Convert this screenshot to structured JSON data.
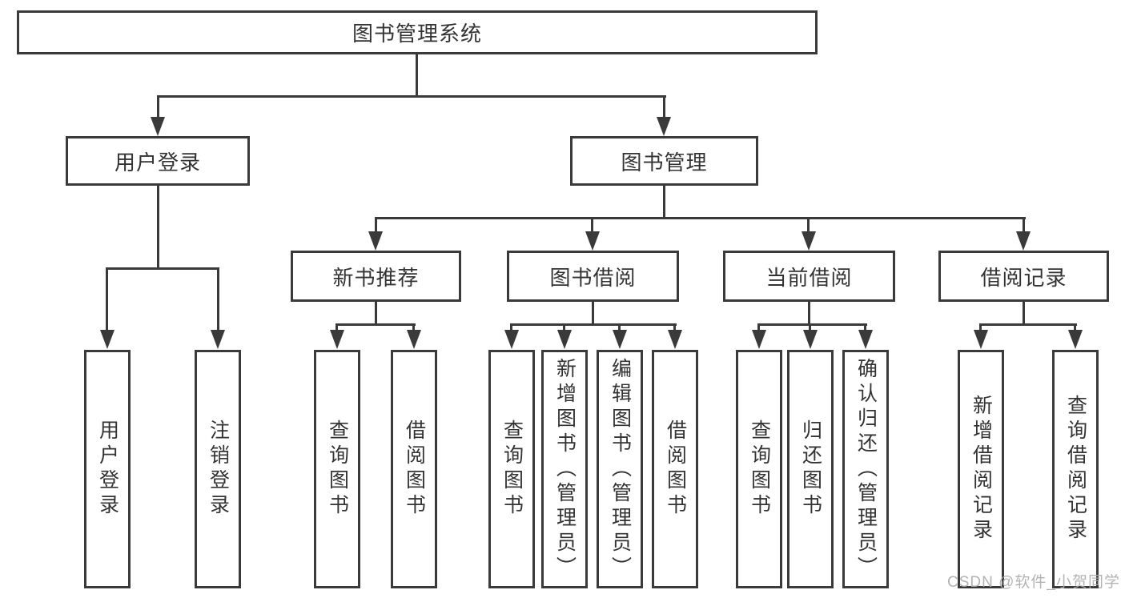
{
  "root": {
    "label": "图书管理系统"
  },
  "level2": [
    {
      "label": "用户登录"
    },
    {
      "label": "图书管理"
    }
  ],
  "level3": [
    {
      "label": "新书推荐"
    },
    {
      "label": "图书借阅"
    },
    {
      "label": "当前借阅"
    },
    {
      "label": "借阅记录"
    }
  ],
  "leaves": [
    {
      "label": "用户登录"
    },
    {
      "label": "注销登录"
    },
    {
      "label": "查询图书"
    },
    {
      "label": "借阅图书"
    },
    {
      "label": "查询图书"
    },
    {
      "label": "新增图书（管理员）"
    },
    {
      "label": "编辑图书（管理员）"
    },
    {
      "label": "借阅图书"
    },
    {
      "label": "查询图书"
    },
    {
      "label": "归还图书"
    },
    {
      "label": "确认归还（管理员）"
    },
    {
      "label": "新增借阅记录"
    },
    {
      "label": "查询借阅记录"
    }
  ],
  "watermark": {
    "text": "CSDN @软件_小贺同学"
  },
  "colors": {
    "line": "#3a3a3a",
    "text": "#333333",
    "watermark": "#acacac"
  }
}
